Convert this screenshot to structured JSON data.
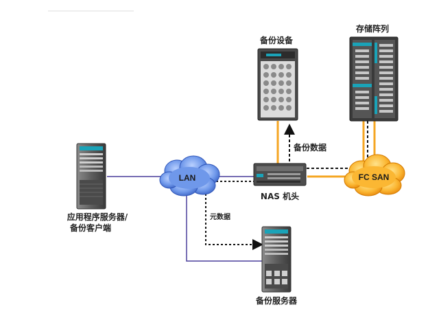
{
  "nodes": {
    "app_server": {
      "label_line1": "应用程序服务器/",
      "label_line2": "备份客户端"
    },
    "lan": {
      "label": "LAN"
    },
    "nas_head": {
      "label": "NAS 机头"
    },
    "backup_device": {
      "label": "备份设备"
    },
    "storage_array": {
      "label": "存储阵列"
    },
    "fc_san": {
      "label": "FC SAN"
    },
    "backup_server": {
      "label": "备份服务器"
    }
  },
  "edges": {
    "backup_data": {
      "label": "备份数据"
    },
    "metadata": {
      "label": "元数据"
    }
  },
  "colors": {
    "lan_link": "#4a3f9c",
    "fc_link": "#f5a623",
    "lan_cloud": "#4b7bd8",
    "san_cloud": "#f7a21b",
    "server_dark": "#3a3a3a",
    "accent_teal": "#1aa3b8"
  }
}
